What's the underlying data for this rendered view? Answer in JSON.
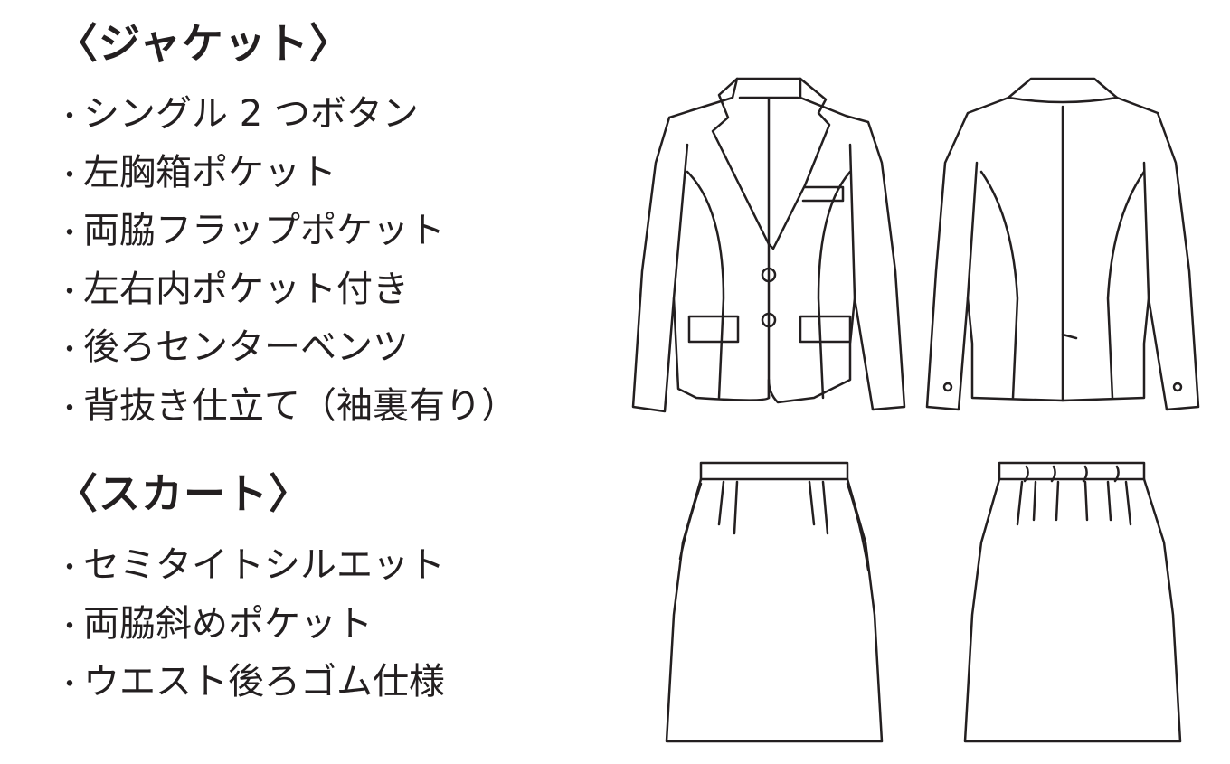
{
  "jacket": {
    "heading": "〈ジャケット〉",
    "features": [
      "シングル 2 つボタン",
      "左胸箱ポケット",
      "両脇フラップポケット",
      "左右内ポケット付き",
      "後ろセンターベンツ",
      "背抜き仕立て（袖裏有り）"
    ]
  },
  "skirt": {
    "heading": "〈スカート〉",
    "features": [
      "セミタイトシルエット",
      "両脇斜めポケット",
      "ウエスト後ろゴム仕様"
    ]
  },
  "bullet": "・"
}
